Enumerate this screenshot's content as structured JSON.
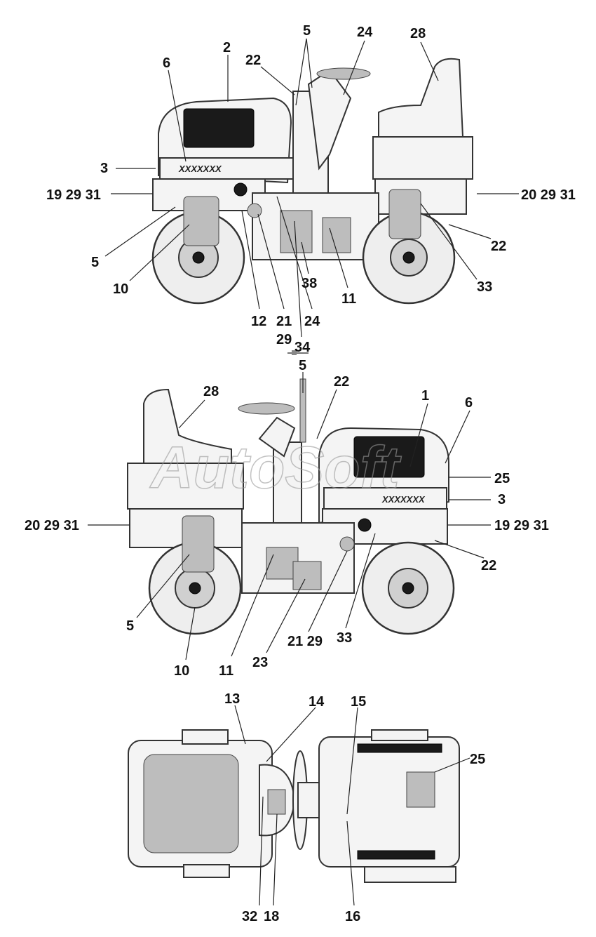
{
  "views": {
    "side_left": {
      "callouts": [
        "5",
        "24",
        "28",
        "2",
        "22",
        "6",
        "3",
        "19 29 31",
        "20 29 31",
        "5",
        "22",
        "10",
        "38",
        "11",
        "33",
        "12",
        "21",
        "24",
        "29",
        "34"
      ]
    },
    "side_right": {
      "callouts": [
        "5",
        "22",
        "28",
        "1",
        "6",
        "25",
        "3",
        "20 29 31",
        "19 29 31",
        "22",
        "5",
        "10",
        "11",
        "23",
        "21 29",
        "33"
      ]
    },
    "top": {
      "callouts": [
        "13",
        "14",
        "15",
        "25",
        "32",
        "18",
        "16"
      ]
    }
  },
  "decal_text": "XXXXXXX",
  "watermark": "AutoSoft"
}
